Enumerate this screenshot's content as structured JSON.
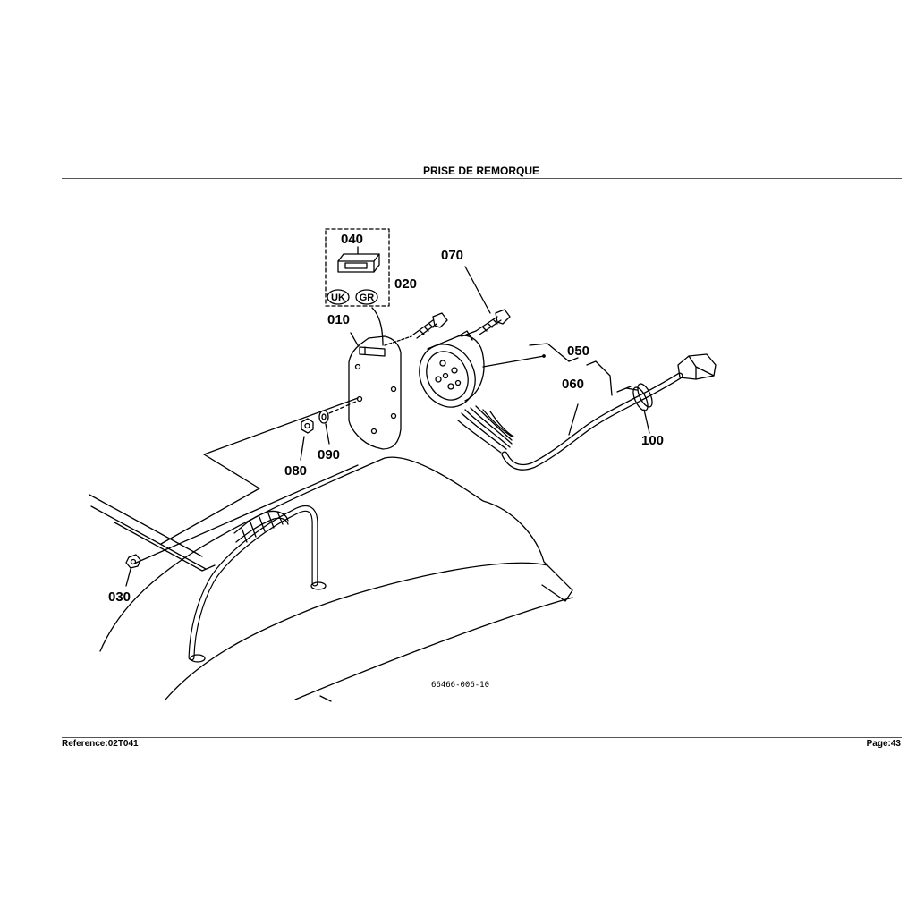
{
  "header": {
    "title": "PRISE DE REMORQUE"
  },
  "footer": {
    "reference": "Reference:02T041",
    "page": "Page:43"
  },
  "diagram": {
    "drawing_code": "66466-006-10",
    "callouts": {
      "p010": "010",
      "p020": "020",
      "p030": "030",
      "p040": "040",
      "p050": "050",
      "p060": "060",
      "p070": "070",
      "p080": "080",
      "p090": "090",
      "p100": "100"
    },
    "variant_marks": {
      "uk": "UK",
      "gr": "GR"
    }
  }
}
